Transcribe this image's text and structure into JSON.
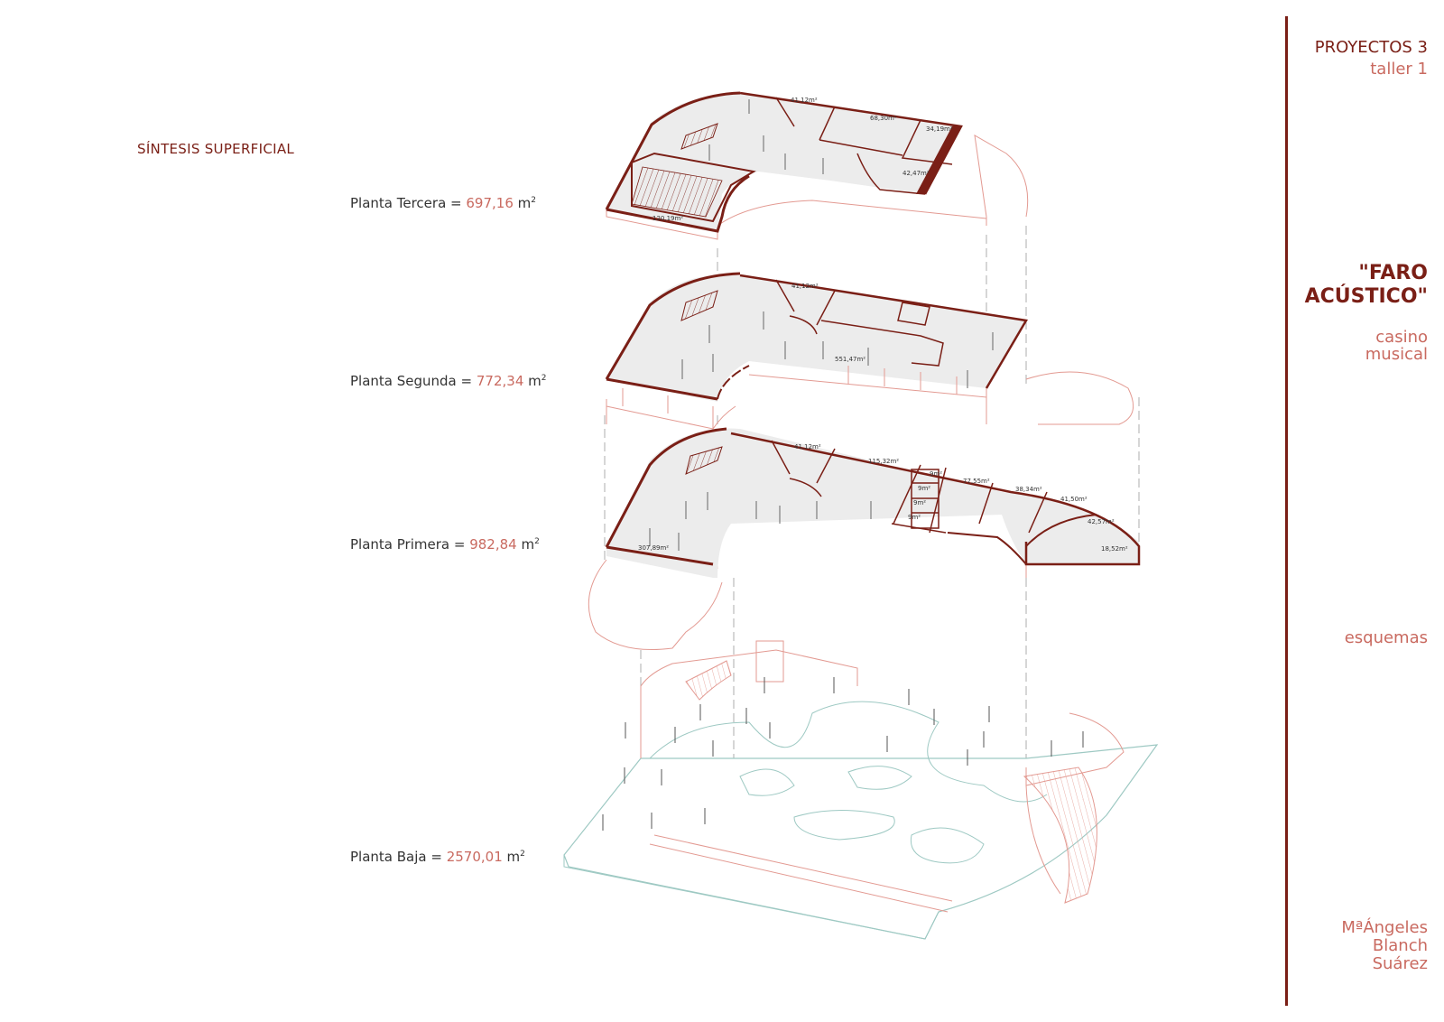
{
  "header": {
    "course": "PROYECTOS 3",
    "workshop": "taller 1"
  },
  "project": {
    "name_line1": "\"FARO",
    "name_line2": "ACÚSTICO\"",
    "type_line1": "casino",
    "type_line2": "musical"
  },
  "sheet_title": "esquemas",
  "author": {
    "line1": "MªÁngeles",
    "line2": "Blanch",
    "line3": "Suárez"
  },
  "section_title": "SÍNTESIS SUPERFICIAL",
  "floors": [
    {
      "label": "Planta Tercera =",
      "value": "697,16",
      "unit": "m",
      "exp": "2"
    },
    {
      "label": "Planta Segunda =",
      "value": "772,34",
      "unit": "m",
      "exp": "2"
    },
    {
      "label": "Planta Primera =",
      "value": "982,84",
      "unit": "m",
      "exp": "2"
    },
    {
      "label": "Planta Baja =",
      "value": "2570,01",
      "unit": "m",
      "exp": "2"
    }
  ],
  "room_areas": {
    "tercera": [
      "41,12m²",
      "68,30m²",
      "34,19m²",
      "42,47m²",
      "120,19m²"
    ],
    "segunda": [
      "41,12m²",
      "551,47m²"
    ],
    "primera": [
      "41,12m²",
      "115,32m²",
      "9m²",
      "9m²",
      "9m²",
      "9m²",
      "77,55m²",
      "38,34m²",
      "41,50m²",
      "42,57m²",
      "18,52m²",
      "307,89m²"
    ]
  },
  "colors": {
    "accent": "#7a1f16",
    "secondary": "#c96a60",
    "fill": "#e8e8e8",
    "ground": "#9ec9c3"
  }
}
